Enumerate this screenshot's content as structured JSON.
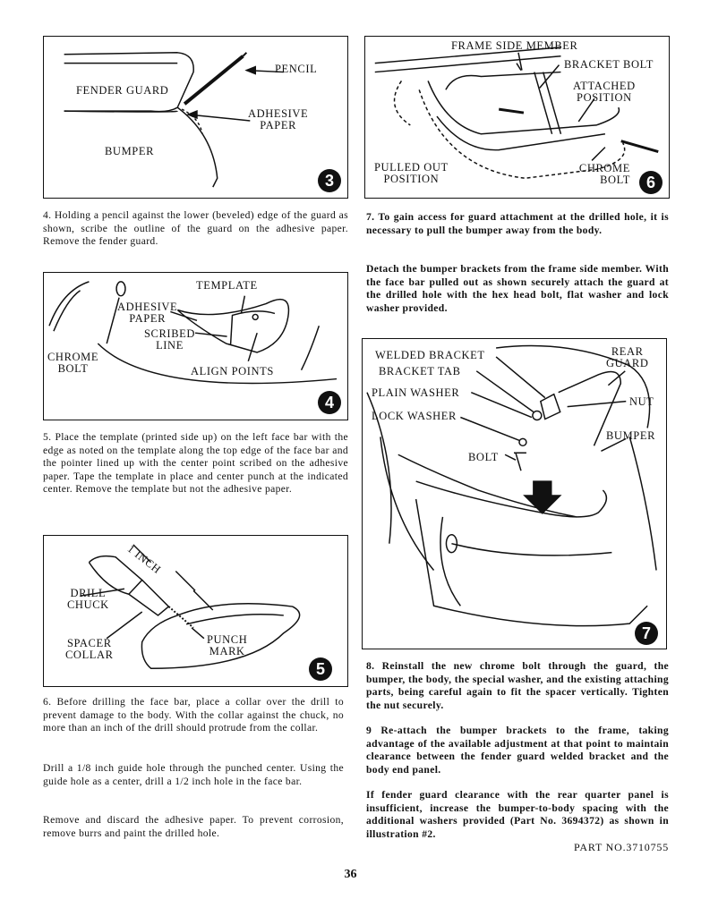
{
  "figures": {
    "fig3": {
      "number": "3",
      "labels": {
        "pencil": "PENCIL",
        "fender_guard": "FENDER GUARD",
        "adhesive_paper": "ADHESIVE\nPAPER",
        "bumper": "BUMPER"
      }
    },
    "fig4": {
      "number": "4",
      "labels": {
        "template": "TEMPLATE",
        "adhesive_paper": "ADHESIVE\nPAPER",
        "scribed_line": "SCRIBED\nLINE",
        "chrome_bolt": "CHROME\nBOLT",
        "align_points": "ALIGN POINTS"
      }
    },
    "fig5": {
      "number": "5",
      "labels": {
        "one_inch": "1 INCH",
        "drill_chuck": "DRILL\nCHUCK",
        "spacer_collar": "SPACER\nCOLLAR",
        "punch_mark": "PUNCH\nMARK"
      }
    },
    "fig6": {
      "number": "6",
      "labels": {
        "frame_side_member": "FRAME SIDE MEMBER",
        "bracket_bolt": "BRACKET BOLT",
        "attached_position": "ATTACHED\nPOSITION",
        "pulled_out_position": "PULLED OUT\nPOSITION",
        "chrome_bolt": "CHROME\nBOLT"
      }
    },
    "fig7": {
      "number": "7",
      "labels": {
        "welded_bracket": "WELDED BRACKET",
        "bracket_tab": "BRACKET TAB",
        "plain_washer": "PLAIN WASHER",
        "lock_washer": "LOCK WASHER",
        "bolt": "BOLT",
        "rear_guard": "REAR\nGUARD",
        "nut": "NUT",
        "bumper": "BUMPER"
      }
    }
  },
  "steps": {
    "s4": "4.  Holding a pencil against the lower (beveled) edge of the guard as shown, scribe the outline of the guard on the adhesive paper.  Remove the fender guard.",
    "s5": "5.  Place the template (printed side up) on the left face bar with the edge as noted on the template along the top edge of the face bar and the pointer lined up with the center point scribed on the adhesive paper.  Tape the template in place and center punch at the indicated center.  Remove the template but not the adhesive paper.",
    "s6": "6.  Before drilling the face bar, place a collar over the drill to prevent damage to the body.  With the collar against the chuck, no more than an inch of the drill should protrude from the collar.",
    "s6b": "Drill a 1/8 inch guide hole through the punched center.  Using the guide hole as a center, drill a 1/2 inch hole in the face bar.",
    "s6c": "Remove and discard the adhesive paper.  To prevent corrosion, remove burrs and paint the drilled hole.",
    "s7": "7.  To gain access for guard attachment at the drilled hole, it is necessary to pull the bumper away from the body.",
    "s7b": "Detach the bumper brackets from the frame side member.  With the face bar pulled out as shown securely attach the guard at the drilled hole with the hex head bolt, flat washer and lock washer provided.",
    "s8": "8.  Reinstall the new chrome bolt through the guard, the bumper, the body, the special washer, and the existing attaching parts, being careful again to fit the spacer vertically.  Tighten the nut securely.",
    "s9": "9   Re-attach the bumper brackets to the frame, taking advantage of the available adjustment at that point to maintain clearance between the fender guard welded bracket and the body end panel.",
    "s9b": "If fender guard clearance with the rear quarter panel is insufficient, increase the bumper-to-body spacing with the additional washers provided (Part No. 3694372) as shown in illustration #2."
  },
  "footer": {
    "part_no": "PART NO.3710755",
    "page_number": "36"
  }
}
